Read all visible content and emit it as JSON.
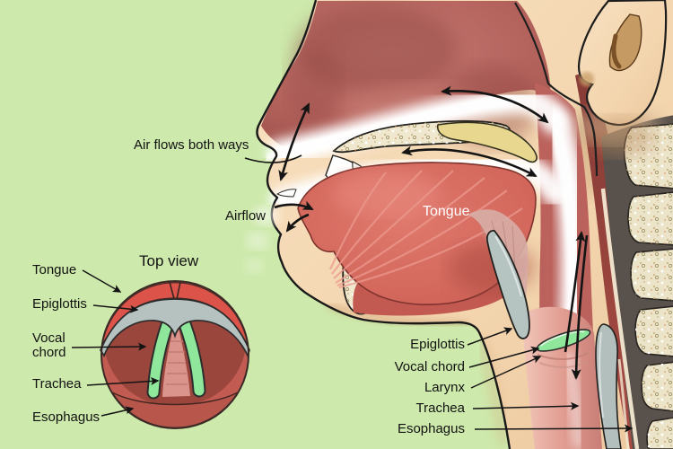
{
  "scene": {
    "description": "Sagittal cross-section of human head showing two-way airflow through nose and mouth, with a top-view inset of the larynx"
  },
  "annotations": {
    "air_both_ways": "Air flows both ways",
    "airflow": "Airflow",
    "tongue_label": "Tongue"
  },
  "inset": {
    "title": "Top view",
    "labels": [
      {
        "text": "Tongue"
      },
      {
        "text": "Epiglottis"
      },
      {
        "text": "Vocal chord"
      },
      {
        "text": "Trachea"
      },
      {
        "text": "Esophagus"
      }
    ]
  },
  "neck_labels": [
    {
      "text": "Epiglottis"
    },
    {
      "text": "Vocal chord"
    },
    {
      "text": "Larynx"
    },
    {
      "text": "Trachea"
    },
    {
      "text": "Esophagus"
    }
  ],
  "colors": {
    "background": "#cde9ab",
    "skin": "#f5d8b4",
    "cranial_red": "#b4625c",
    "tongue": "#d6675c",
    "bone": "#efe8cf",
    "soft_palate": "#e8d88f",
    "epiglottis": "#b6c4c1",
    "vocal_chord": "#8fe79b",
    "trachea": "#e5a79c",
    "esophagus": "#9c463f",
    "spine": "#59514b",
    "vertebra": "#ece4c9",
    "arrow": "#141414"
  }
}
